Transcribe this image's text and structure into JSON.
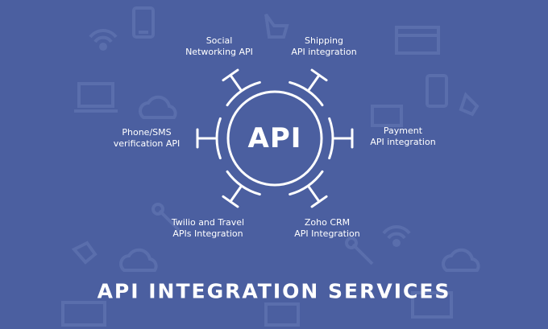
{
  "colors": {
    "background": "#4b5fa0",
    "foreground": "#ffffff",
    "decor": "#5a6eac"
  },
  "hub": {
    "label": "API"
  },
  "spokes": [
    {
      "id": "social",
      "icon": "social-network-icon",
      "lines": [
        "Social",
        "Networking API"
      ]
    },
    {
      "id": "shipping",
      "icon": "shipping-icon",
      "lines": [
        "Shipping",
        "API integration"
      ]
    },
    {
      "id": "payment",
      "icon": "payment-icon",
      "lines": [
        "Payment",
        "API integration"
      ]
    },
    {
      "id": "zoho",
      "icon": "crm-icon",
      "lines": [
        "Zoho CRM",
        "API Integration"
      ]
    },
    {
      "id": "twilio",
      "icon": "travel-icon",
      "lines": [
        "Twilio and Travel",
        "APIs Integration"
      ]
    },
    {
      "id": "sms",
      "icon": "sms-icon",
      "lines": [
        "Phone/SMS",
        "verification API"
      ]
    }
  ],
  "title": "API INTEGRATION SERVICES",
  "background_icons": [
    "wifi-icon",
    "phone-icon",
    "laptop-icon",
    "cloud-icon",
    "credit-card-icon",
    "thumbs-up-icon",
    "wrench-icon",
    "monitor-icon",
    "hand-icon"
  ]
}
